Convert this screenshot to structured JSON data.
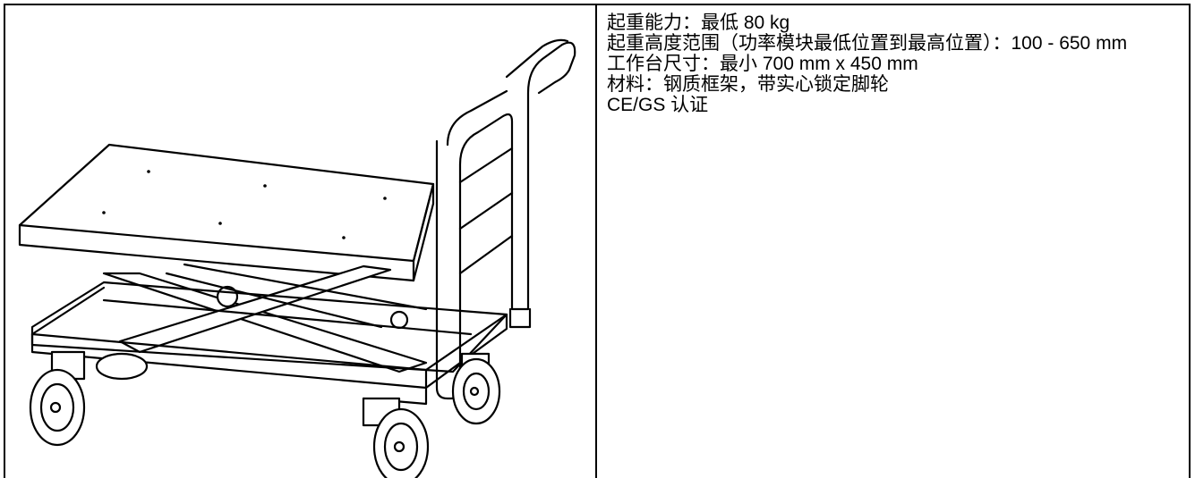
{
  "specs": {
    "lines": [
      "起重能力：最低 80 kg",
      "起重高度范围（功率模块最低位置到最高位置）：100 - 650 mm",
      "工作台尺寸：最小 700 mm x 450 mm",
      "材料：钢质框架，带实心锁定脚轮",
      "CE/GS 认证"
    ]
  },
  "illustration": {
    "subject": "scissor-lift-cart-drawing"
  }
}
